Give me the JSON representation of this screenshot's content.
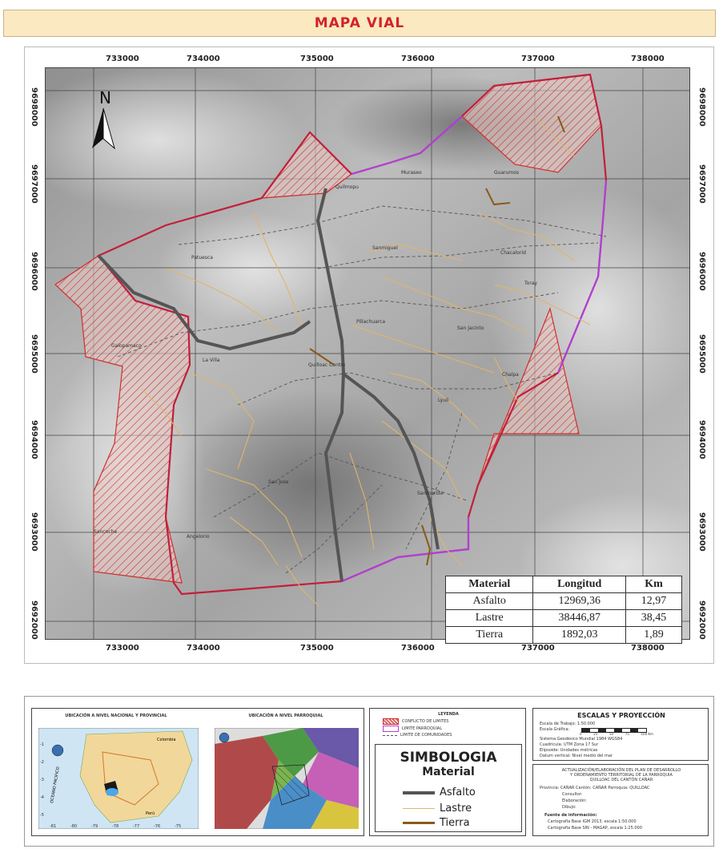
{
  "title": "MAPA VIAL",
  "coords": {
    "x": [
      "733000",
      "734000",
      "735000",
      "736000",
      "737000",
      "738000"
    ],
    "y": [
      "9698000",
      "9697000",
      "9696000",
      "9695000",
      "9694000",
      "9693000",
      "9692000"
    ]
  },
  "north": "N",
  "places": [
    "Patuesca",
    "Sanmiguel",
    "Chacalorid",
    "Toray",
    "Pillachuarca",
    "San Jacinto",
    "Galopamaco",
    "La Villa",
    "Quilloac Centro",
    "Lyuli",
    "Chalpa",
    "San Jose",
    "Sanmerote",
    "Angelorio",
    "Sancoche",
    "Muraseo",
    "Quilmopu",
    "Guarumos"
  ],
  "colors": {
    "title_red": "#d2232a",
    "conflict": "#d22d2d",
    "parish": "#b040d8",
    "asfalto": "#555555",
    "lastre": "#e0b56a",
    "tierra": "#8a5a1a",
    "banner": "#fbe9c2"
  },
  "table": {
    "headers": [
      "Material",
      "Longitud",
      "Km"
    ],
    "rows": [
      [
        "Asfalto",
        "12969,36",
        "12,97"
      ],
      [
        "Lastre",
        "38446,87",
        "38,45"
      ],
      [
        "Tierra",
        "1892,03",
        "1,89"
      ]
    ]
  },
  "panel": {
    "loc_national": "UBICACIÓN A NIVEL NACIONAL Y PROVINCIAL",
    "loc_parish": "UBICACIÓN A NIVEL PARROQUIAL",
    "legend_title": "LEYENDA",
    "legend_items": [
      "CONFLICTO DE LIMITES",
      "LIMITE PARROQUIAL",
      "LIMITE DE COMUNIDADES"
    ],
    "simbologia": "SIMBOLOGIA",
    "material": "Material",
    "materials": [
      "Asfalto",
      "Lastre",
      "Tierra"
    ],
    "scales_title": "ESCALAS Y PROYECCIÓN",
    "scales_lines": [
      "Escala de Trabajo: 1:50.000",
      "Escala Gráfica:"
    ],
    "mini_labels": {
      "colombia": "Colombia",
      "peru": "Perú",
      "ocean": "OCEANO PACIFICO",
      "ax": [
        "-81",
        "-80",
        "-79",
        "-78",
        "-77",
        "-76",
        "-75"
      ],
      "ay": [
        "-1",
        "-2",
        "-3",
        "-4",
        "-5"
      ],
      "scale_ticks": [
        "0",
        "25",
        "50",
        "75",
        "100 Km"
      ]
    },
    "proj_lines": [
      "Sistema Geodésico Mundial 1984 WGS84",
      "Cuadrícula: UTM Zona 17 Sur",
      "Elipsoide: Unidades métricas",
      "Datum vertical: Nivel medio del mar"
    ],
    "project_lines": [
      "ACTUALIZACIÓN/ELABORACIÓN DEL PLAN DE DESARROLLO",
      "Y ORDENAMIENTO TERRITORIAL DE LA PARROQUIA",
      "QUILLOAC DEL CANTÓN CAÑAR"
    ],
    "project_fields": [
      "Provincia: CAÑAR  Cantón: CAÑAR  Parroquia: QUILLOAC",
      "Consultor:",
      "Elaboración:",
      "Dibujo:",
      "Fuente de información:",
      "Cartografía Base IGM 2013, escala 1:50.000",
      "Cartografía Base SIN - MAGAP, escala 1:25.000"
    ]
  }
}
